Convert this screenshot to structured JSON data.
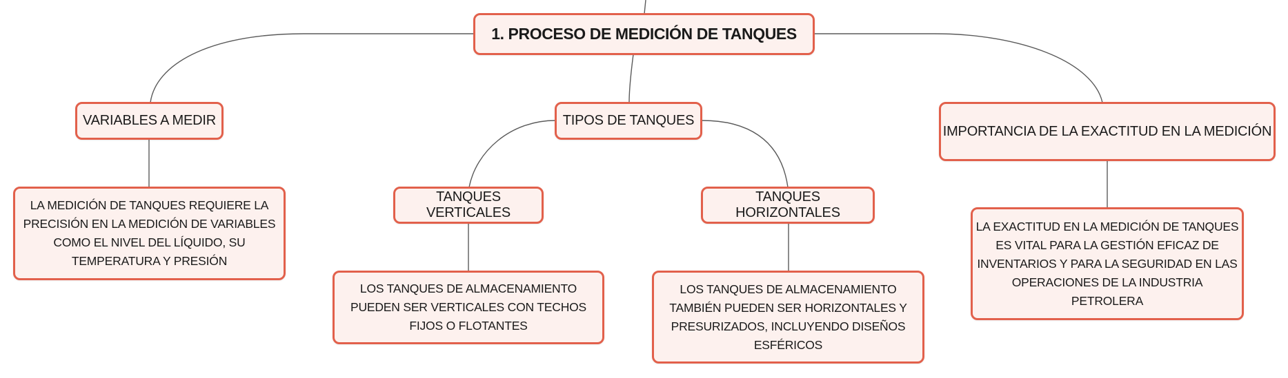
{
  "root": {
    "title": "1. PROCESO DE MEDICIÓN DE TANQUES"
  },
  "branches": {
    "variables": {
      "title": "VARIABLES A MEDIR",
      "detail": "LA MEDICIÓN DE TANQUES REQUIERE LA PRECISIÓN EN LA MEDICIÓN DE VARIABLES COMO EL NIVEL DEL LÍQUIDO, SU TEMPERATURA Y PRESIÓN"
    },
    "tipos": {
      "title": "TIPOS DE TANQUES",
      "verticales": {
        "title": "TANQUES VERTICALES",
        "detail": "LOS TANQUES DE ALMACENAMIENTO PUEDEN SER VERTICALES CON TECHOS FIJOS O FLOTANTES"
      },
      "horizontales": {
        "title": "TANQUES HORIZONTALES",
        "detail": "LOS TANQUES DE ALMACENAMIENTO TAMBIÉN PUEDEN SER HORIZONTALES Y PRESURIZADOS, INCLUYENDO DISEÑOS ESFÉRICOS"
      }
    },
    "importancia": {
      "title": "IMPORTANCIA DE LA EXACTITUD EN LA MEDICIÓN",
      "detail": "LA EXACTITUD EN LA MEDICIÓN DE TANQUES ES VITAL PARA LA GESTIÓN EFICAZ DE INVENTARIOS Y PARA LA SEGURIDAD EN LAS OPERACIONES DE LA INDUSTRIA PETROLERA"
    }
  },
  "colors": {
    "node_border": "#e2604b",
    "node_fill": "#fdf1ee",
    "connector": "#5a5a5a"
  }
}
